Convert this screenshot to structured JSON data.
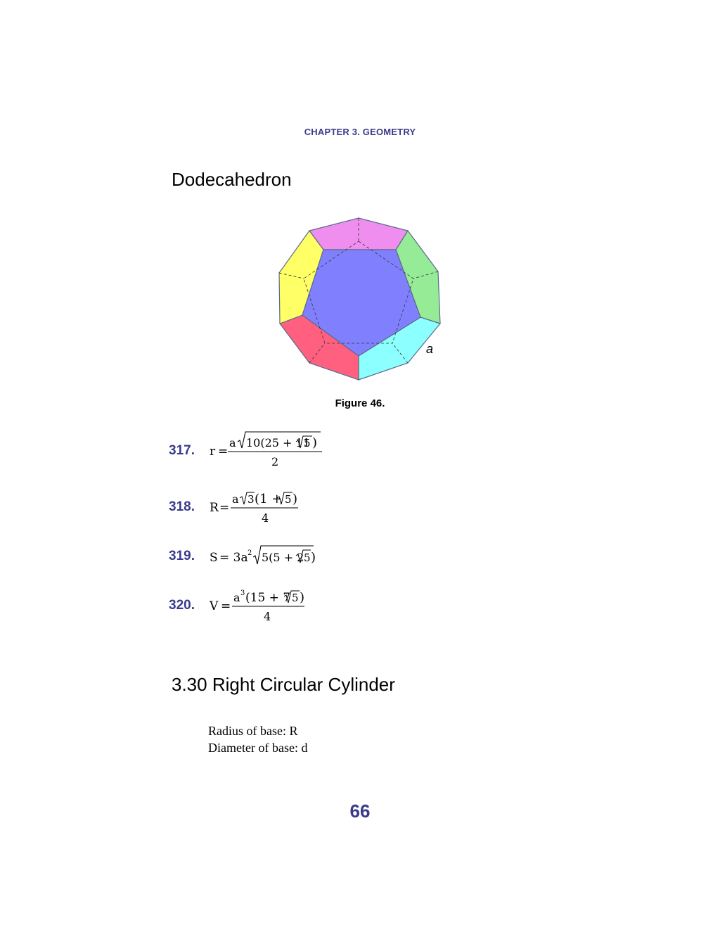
{
  "header": "CHAPTER 3.  GEOMETRY",
  "section1_title": "Dodecahedron",
  "figure": {
    "caption": "Figure 46.",
    "edge_label": "a",
    "colors": {
      "center": "#8080ff",
      "top": "#f08ef0",
      "right": "#96ec96",
      "bottom_right": "#8cffff",
      "bottom_left": "#ff6080",
      "left": "#ffff66",
      "edge": "#5a6b8a"
    }
  },
  "formulas": [
    {
      "number": "317.",
      "lhs": "r",
      "expr": "a√(10(25 + 11√5)) / 2"
    },
    {
      "number": "318.",
      "lhs": "R",
      "expr": "a√3(1 + √5) / 4"
    },
    {
      "number": "319.",
      "lhs": "S",
      "expr": "3a²√(5(5 + 2√5))"
    },
    {
      "number": "320.",
      "lhs": "V",
      "expr": "a³(15 + 7√5) / 4"
    }
  ],
  "section2_title": "3.30 Right Circular Cylinder",
  "definitions": [
    "Radius of base: R",
    "Diameter of base: d"
  ],
  "page_number": "66"
}
